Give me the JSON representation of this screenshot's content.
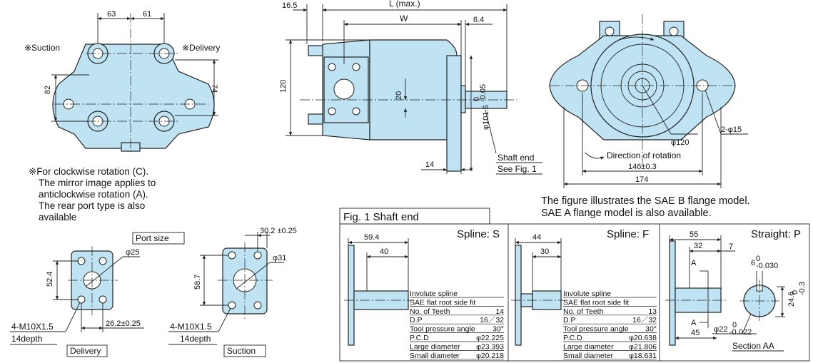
{
  "front_view": {
    "dim_left": "63",
    "dim_right": "61",
    "suction_label": "※Suction",
    "delivery_label": "※Delivery",
    "dim_82": "82",
    "dim_74": "74"
  },
  "rotation_note": {
    "line1": "※For clockwise rotation (C).",
    "line2": "The mirror image applies to",
    "line3": "anticlockwise rotation (A).",
    "line4": "The rear port type is also",
    "line5": "available"
  },
  "side_view": {
    "dim_16_5": "16.5",
    "dim_L": "L (max.)",
    "dim_W": "W",
    "dim_6_4": "6.4",
    "dim_120": "120",
    "dim_20": "20",
    "dim_101_main": "φ101.6",
    "dim_101_tol_upper": "0",
    "dim_101_tol_lower": "-0.05",
    "dim_14": "14",
    "shaft_end": "Shaft end",
    "see_fig": "See Fig. 1"
  },
  "flange_view": {
    "dim_phi120": "φ120",
    "dim_2phi15": "2-φ15",
    "direction": "Direction of rotation",
    "dim_146": "146±0.3",
    "dim_174": "174"
  },
  "figure_note": {
    "line1": "The figure illustrates the SAE B flange model.",
    "line2": "SAE A flange model is also available."
  },
  "port_delivery": {
    "port_size": "Port size",
    "dim_phi25": "φ25",
    "dim_52_4": "52.4",
    "dim_26_2": "26.2±0.25",
    "thread": "4-M10X1.5",
    "depth": "14depth",
    "caption": "Delivery"
  },
  "port_suction": {
    "dim_30_2": "30.2 ±0.25",
    "dim_phi31": "φ31",
    "dim_58_7": "58.7",
    "thread": "4-M10X1.5",
    "depth": "14depth",
    "caption": "Suction"
  },
  "fig1": {
    "title": "Fig. 1 Shaft end",
    "spline_s": {
      "heading": "Spline: S",
      "dim_59_4": "59.4",
      "dim_40": "40",
      "specs": [
        {
          "label": "Involute spline",
          "value": ""
        },
        {
          "label": "SAE flat root side fit",
          "value": ""
        },
        {
          "label": "No. of Teeth",
          "value": "14"
        },
        {
          "label": "D.P",
          "value": "16／32"
        },
        {
          "label": "Tool pressure angle",
          "value": "30°"
        },
        {
          "label": "P.C.D",
          "value": "φ22.225"
        },
        {
          "label": "Large diameter",
          "value": "φ23.393"
        },
        {
          "label": "Small diameter",
          "value": "φ20.218"
        }
      ]
    },
    "spline_f": {
      "heading": "Spline: F",
      "dim_44": "44",
      "dim_30": "30",
      "specs": [
        {
          "label": "Involute spline",
          "value": ""
        },
        {
          "label": "SAE flat root side fit",
          "value": ""
        },
        {
          "label": "No. of Teeth",
          "value": "13"
        },
        {
          "label": "D.P",
          "value": "16／32"
        },
        {
          "label": "Tool pressure angle",
          "value": "30°"
        },
        {
          "label": "P.C.D",
          "value": "φ20.638"
        },
        {
          "label": "Large diameter",
          "value": "φ21.806"
        },
        {
          "label": "Small diameter",
          "value": "φ18.631"
        }
      ]
    },
    "straight_p": {
      "heading": "Straight: P",
      "dim_55": "55",
      "dim_32": "32",
      "dim_7": "7",
      "dim_6": "6",
      "dim_6_tol_upper": "0",
      "dim_6_tol_lower": "-0.030",
      "label_A": "A",
      "dim_24_6": "24.6",
      "dim_24_6_tol_upper": "0",
      "dim_24_6_tol_lower": "-0.3",
      "dim_45": "45",
      "dim_phi22": "φ22",
      "dim_phi22_tol_upper": "0",
      "dim_phi22_tol_lower": "-0.022",
      "section": "Section AA"
    }
  }
}
